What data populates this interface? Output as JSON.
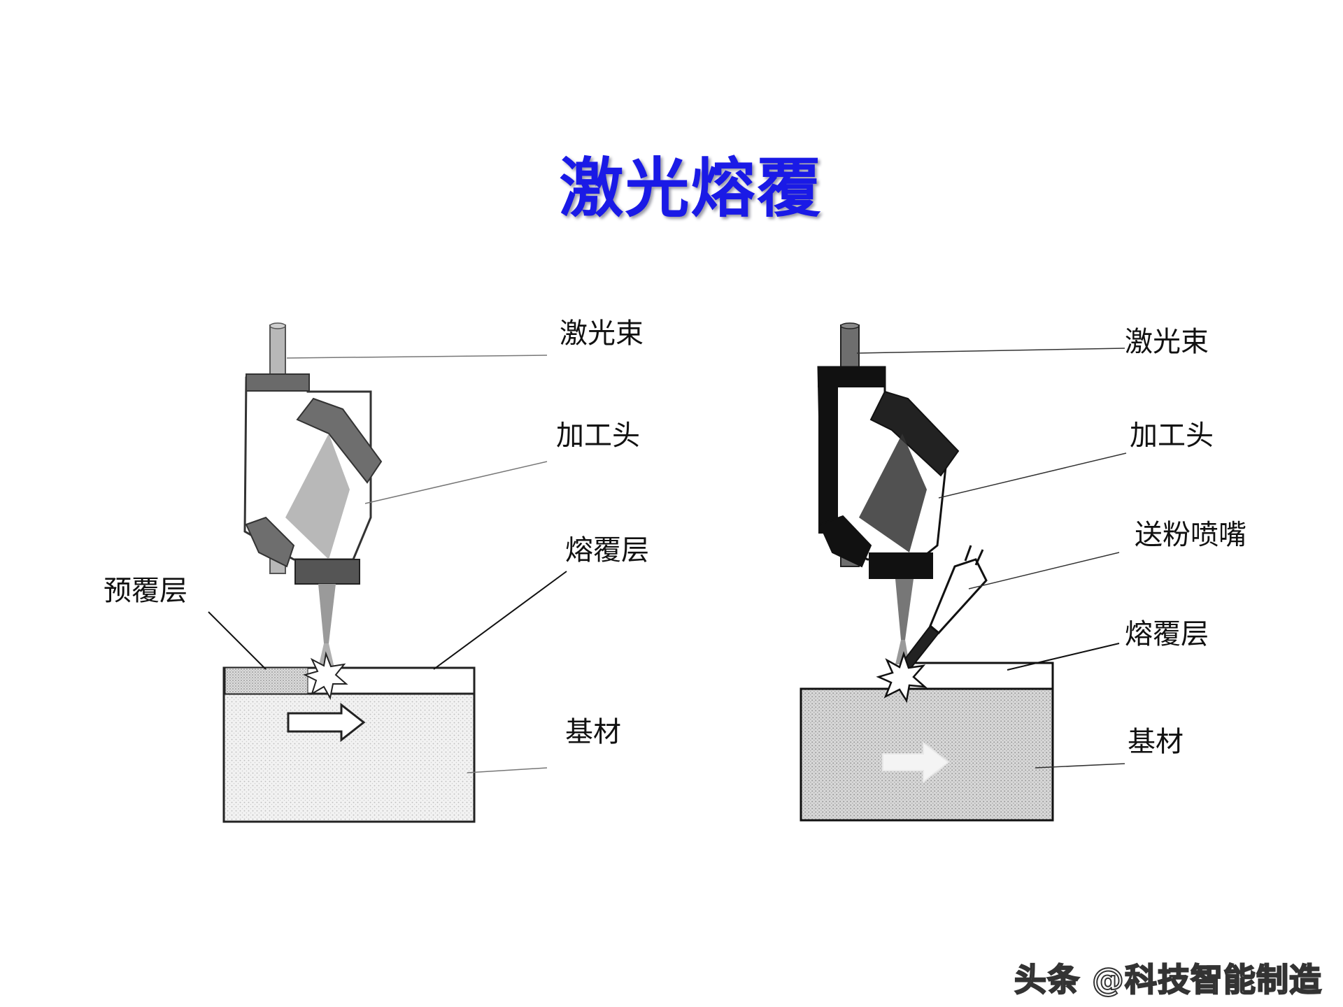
{
  "title": "激光熔覆",
  "left_diagram": {
    "labels": {
      "laser_beam": "激光束",
      "processing_head": "加工头",
      "clad_layer": "熔覆层",
      "preplaced_layer": "预覆层",
      "substrate": "基材"
    }
  },
  "right_diagram": {
    "labels": {
      "laser_beam": "激光束",
      "processing_head": "加工头",
      "powder_nozzle": "送粉喷嘴",
      "clad_layer": "熔覆层",
      "substrate": "基材"
    }
  },
  "watermark": "头条 @科技智能制造",
  "colors": {
    "title": "#1a1ae6",
    "title_shadow": "#9a9aa6",
    "line": "#111111"
  }
}
